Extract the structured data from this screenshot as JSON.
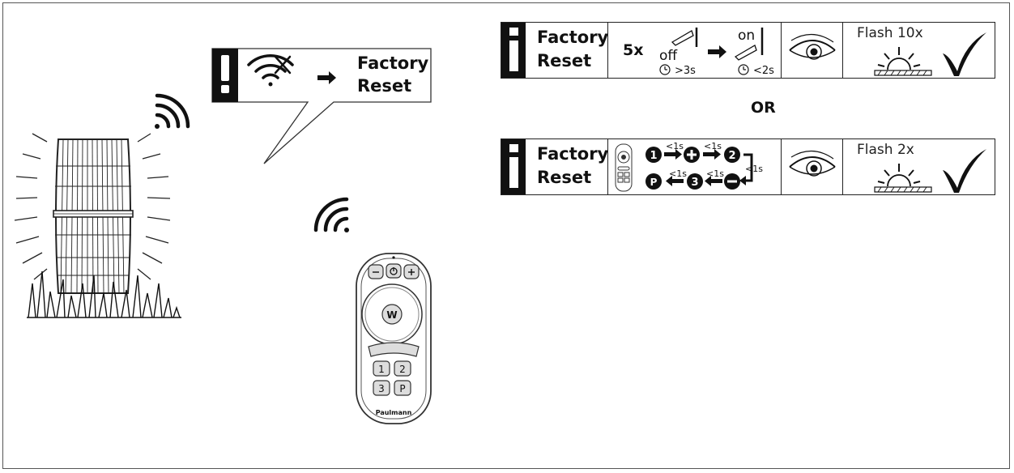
{
  "warning": {
    "title_line1": "Factory",
    "title_line2": "Reset"
  },
  "remote": {
    "btn_w": "W",
    "btn_1": "1",
    "btn_2": "2",
    "btn_3": "3",
    "btn_p": "P",
    "brand": "Paulmann"
  },
  "method1": {
    "title_line1": "Factory",
    "title_line2": "Reset",
    "count": "5x",
    "off_label": "off",
    "on_label": "on",
    "off_time": ">3s",
    "on_time": "<2s",
    "flash": "Flash 10x"
  },
  "or_label": "OR",
  "method2": {
    "title_line1": "Factory",
    "title_line2": "Reset",
    "step_1": "1",
    "step_2": "2",
    "step_3": "3",
    "step_p": "P",
    "delay": "<1s",
    "flash": "Flash 2x"
  }
}
